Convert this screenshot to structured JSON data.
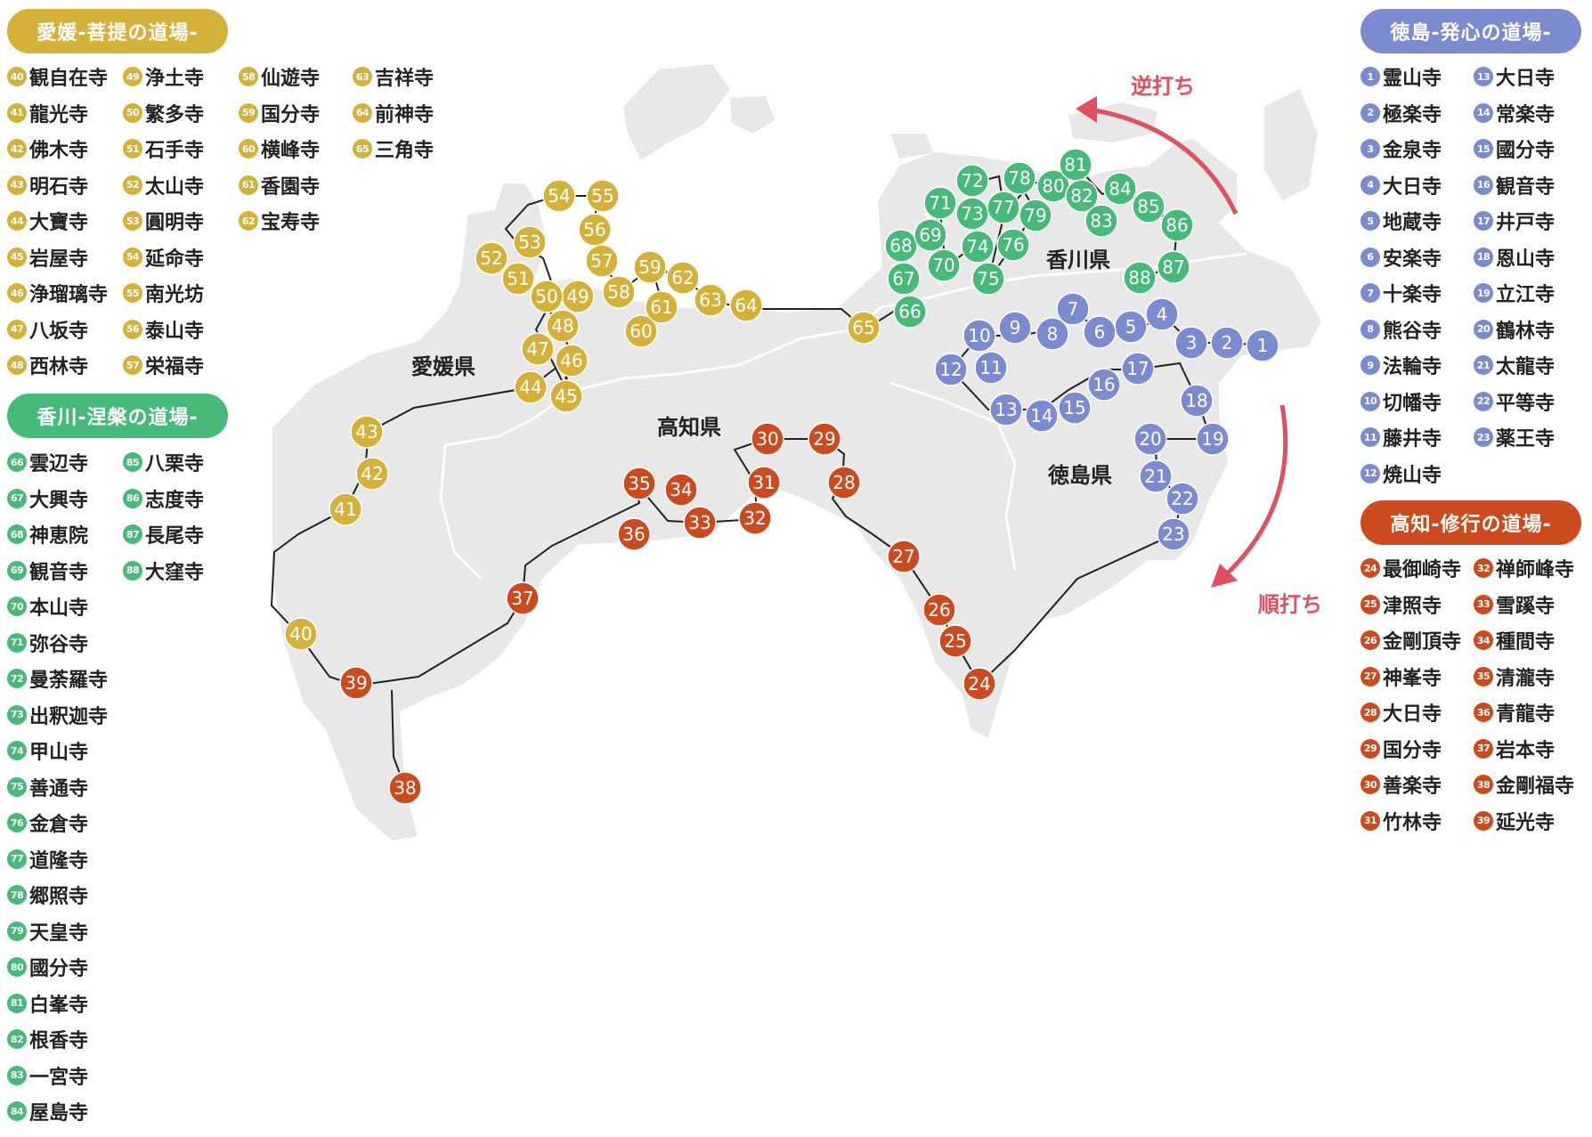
{
  "colors": {
    "ehime": "#d4b23a",
    "kagawa": "#47b978",
    "tokushima": "#7a8ccf",
    "kochi": "#cc4b1e",
    "land": "#e8e8e8",
    "border": "#ffffff",
    "route": "#222222",
    "arrow": "#e24f5e"
  },
  "regions": {
    "ehime": {
      "title": "愛媛-菩提の道場-",
      "temples": [
        {
          "num": "40",
          "name": "観自在寺"
        },
        {
          "num": "41",
          "name": "龍光寺"
        },
        {
          "num": "42",
          "name": "佛木寺"
        },
        {
          "num": "43",
          "name": "明石寺"
        },
        {
          "num": "44",
          "name": "大寶寺"
        },
        {
          "num": "45",
          "name": "岩屋寺"
        },
        {
          "num": "46",
          "name": "浄瑠璃寺"
        },
        {
          "num": "47",
          "name": "八坂寺"
        },
        {
          "num": "48",
          "name": "西林寺"
        },
        {
          "num": "49",
          "name": "浄土寺"
        },
        {
          "num": "50",
          "name": "繁多寺"
        },
        {
          "num": "51",
          "name": "石手寺"
        },
        {
          "num": "52",
          "name": "太山寺"
        },
        {
          "num": "53",
          "name": "圓明寺"
        },
        {
          "num": "54",
          "name": "延命寺"
        },
        {
          "num": "55",
          "name": "南光坊"
        },
        {
          "num": "56",
          "name": "泰山寺"
        },
        {
          "num": "57",
          "name": "栄福寺"
        },
        {
          "num": "58",
          "name": "仙遊寺"
        },
        {
          "num": "59",
          "name": "国分寺"
        },
        {
          "num": "60",
          "name": "横峰寺"
        },
        {
          "num": "61",
          "name": "香園寺"
        },
        {
          "num": "62",
          "name": "宝寿寺"
        },
        {
          "num": "63",
          "name": "吉祥寺"
        },
        {
          "num": "64",
          "name": "前神寺"
        },
        {
          "num": "65",
          "name": "三角寺"
        }
      ]
    },
    "kagawa": {
      "title": "香川-涅槃の道場-",
      "temples": [
        {
          "num": "66",
          "name": "雲辺寺"
        },
        {
          "num": "67",
          "name": "大興寺"
        },
        {
          "num": "68",
          "name": "神恵院"
        },
        {
          "num": "69",
          "name": "観音寺"
        },
        {
          "num": "70",
          "name": "本山寺"
        },
        {
          "num": "71",
          "name": "弥谷寺"
        },
        {
          "num": "72",
          "name": "曼荼羅寺"
        },
        {
          "num": "73",
          "name": "出釈迦寺"
        },
        {
          "num": "74",
          "name": "甲山寺"
        },
        {
          "num": "75",
          "name": "善通寺"
        },
        {
          "num": "76",
          "name": "金倉寺"
        },
        {
          "num": "77",
          "name": "道隆寺"
        },
        {
          "num": "78",
          "name": "郷照寺"
        },
        {
          "num": "79",
          "name": "天皇寺"
        },
        {
          "num": "80",
          "name": "國分寺"
        },
        {
          "num": "81",
          "name": "白峯寺"
        },
        {
          "num": "82",
          "name": "根香寺"
        },
        {
          "num": "83",
          "name": "一宮寺"
        },
        {
          "num": "84",
          "name": "屋島寺"
        },
        {
          "num": "85",
          "name": "八栗寺"
        },
        {
          "num": "86",
          "name": "志度寺"
        },
        {
          "num": "87",
          "name": "長尾寺"
        },
        {
          "num": "88",
          "name": "大窪寺"
        }
      ]
    },
    "tokushima": {
      "title": "徳島-発心の道場-",
      "temples": [
        {
          "num": "1",
          "name": "霊山寺"
        },
        {
          "num": "2",
          "name": "極楽寺"
        },
        {
          "num": "3",
          "name": "金泉寺"
        },
        {
          "num": "4",
          "name": "大日寺"
        },
        {
          "num": "5",
          "name": "地蔵寺"
        },
        {
          "num": "6",
          "name": "安楽寺"
        },
        {
          "num": "7",
          "name": "十楽寺"
        },
        {
          "num": "8",
          "name": "熊谷寺"
        },
        {
          "num": "9",
          "name": "法輪寺"
        },
        {
          "num": "10",
          "name": "切幡寺"
        },
        {
          "num": "11",
          "name": "藤井寺"
        },
        {
          "num": "12",
          "name": "焼山寺"
        },
        {
          "num": "13",
          "name": "大日寺"
        },
        {
          "num": "14",
          "name": "常楽寺"
        },
        {
          "num": "15",
          "name": "國分寺"
        },
        {
          "num": "16",
          "name": "観音寺"
        },
        {
          "num": "17",
          "name": "井戸寺"
        },
        {
          "num": "18",
          "name": "恩山寺"
        },
        {
          "num": "19",
          "name": "立江寺"
        },
        {
          "num": "20",
          "name": "鶴林寺"
        },
        {
          "num": "21",
          "name": "太龍寺"
        },
        {
          "num": "22",
          "name": "平等寺"
        },
        {
          "num": "23",
          "name": "薬王寺"
        }
      ]
    },
    "kochi": {
      "title": "高知-修行の道場-",
      "temples": [
        {
          "num": "24",
          "name": "最御崎寺"
        },
        {
          "num": "25",
          "name": "津照寺"
        },
        {
          "num": "26",
          "name": "金剛頂寺"
        },
        {
          "num": "27",
          "name": "神峯寺"
        },
        {
          "num": "28",
          "name": "大日寺"
        },
        {
          "num": "29",
          "name": "国分寺"
        },
        {
          "num": "30",
          "name": "善楽寺"
        },
        {
          "num": "31",
          "name": "竹林寺"
        },
        {
          "num": "32",
          "name": "禅師峰寺"
        },
        {
          "num": "33",
          "name": "雪蹊寺"
        },
        {
          "num": "34",
          "name": "種間寺"
        },
        {
          "num": "35",
          "name": "清瀧寺"
        },
        {
          "num": "36",
          "name": "青龍寺"
        },
        {
          "num": "37",
          "name": "岩本寺"
        },
        {
          "num": "38",
          "name": "金剛福寺"
        },
        {
          "num": "39",
          "name": "延光寺"
        }
      ]
    }
  },
  "map": {
    "prefecture_labels": {
      "ehime": "愛媛県",
      "kagawa": "香川県",
      "tokushima": "徳島県",
      "kochi": "高知県"
    },
    "arrows": {
      "counterclockwise": "逆打ち",
      "clockwise": "順打ち"
    }
  }
}
